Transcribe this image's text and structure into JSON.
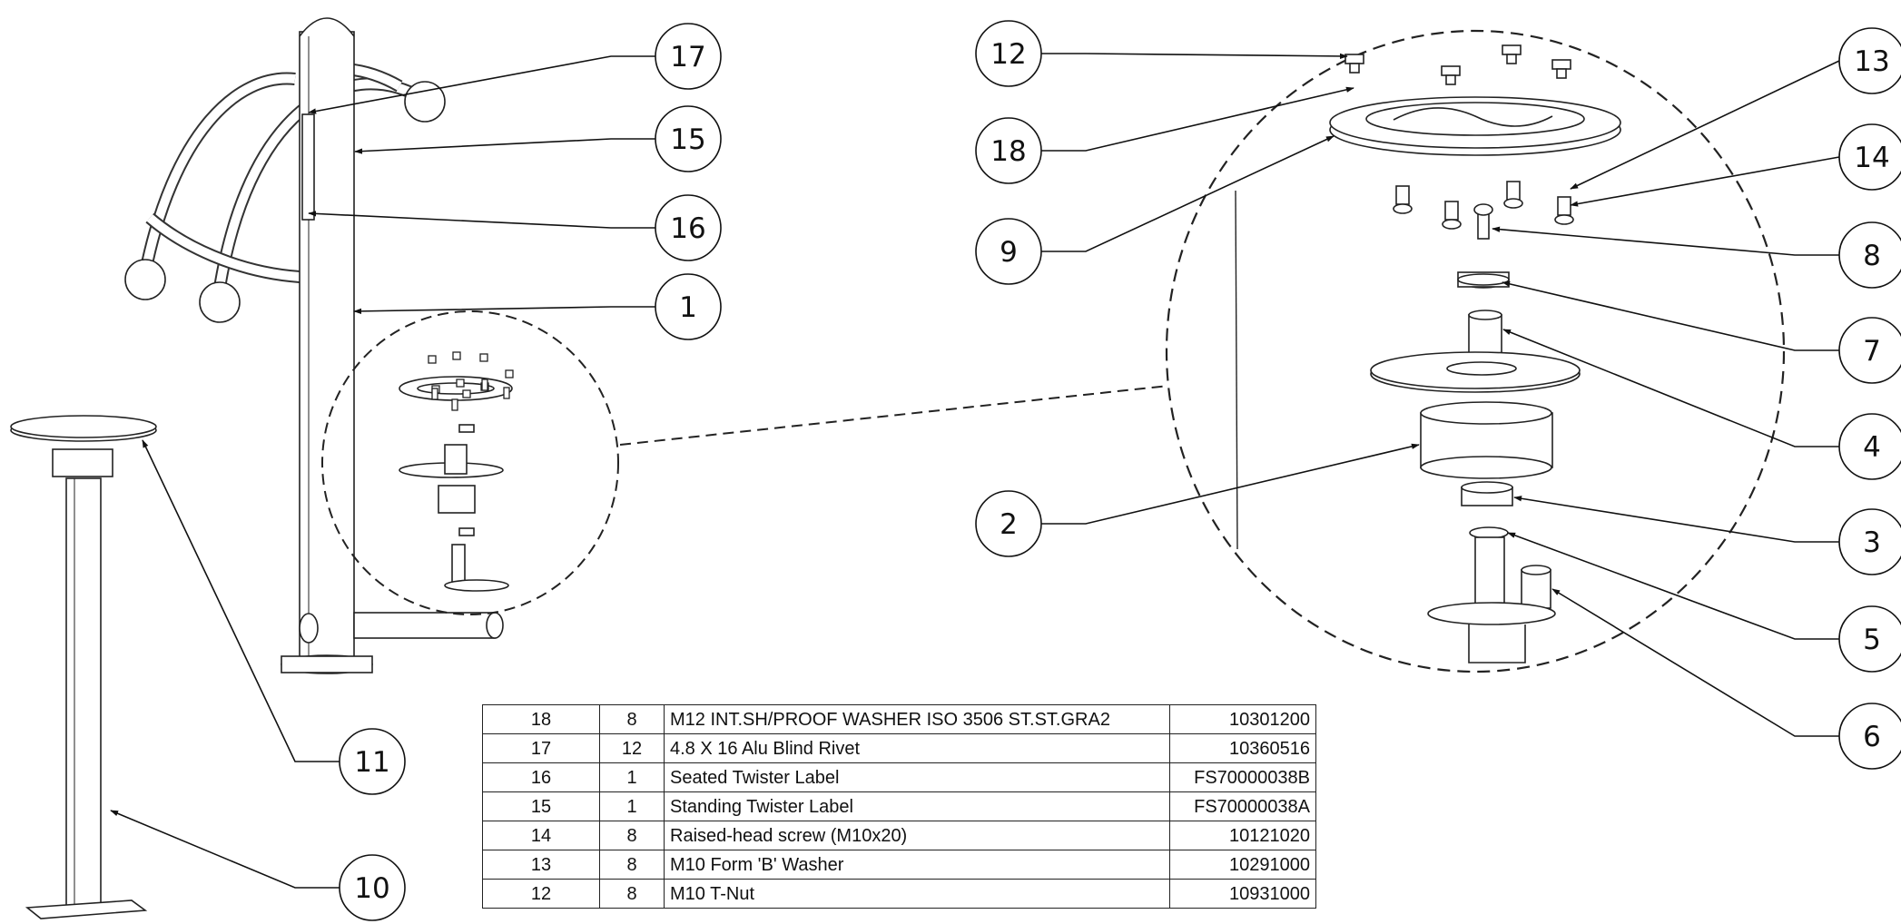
{
  "balloons": [
    {
      "id": "b17",
      "label": "17"
    },
    {
      "id": "b15",
      "label": "15"
    },
    {
      "id": "b16",
      "label": "16"
    },
    {
      "id": "b1",
      "label": "1"
    },
    {
      "id": "b11",
      "label": "11"
    },
    {
      "id": "b10",
      "label": "10"
    },
    {
      "id": "b12",
      "label": "12"
    },
    {
      "id": "b18",
      "label": "18"
    },
    {
      "id": "b9",
      "label": "9"
    },
    {
      "id": "b2",
      "label": "2"
    },
    {
      "id": "b13",
      "label": "13"
    },
    {
      "id": "b14",
      "label": "14"
    },
    {
      "id": "b8",
      "label": "8"
    },
    {
      "id": "b7",
      "label": "7"
    },
    {
      "id": "b4",
      "label": "4"
    },
    {
      "id": "b3",
      "label": "3"
    },
    {
      "id": "b5",
      "label": "5"
    },
    {
      "id": "b6",
      "label": "6"
    }
  ],
  "bom": {
    "rows": [
      {
        "item": "18",
        "qty": "8",
        "description": "M12 INT.SH/PROOF WASHER ISO 3506 ST.ST.GRA2",
        "part_no": "10301200"
      },
      {
        "item": "17",
        "qty": "12",
        "description": "4.8 X 16 Alu Blind Rivet",
        "part_no": "10360516"
      },
      {
        "item": "16",
        "qty": "1",
        "description": "Seated Twister Label",
        "part_no": "FS70000038B"
      },
      {
        "item": "15",
        "qty": "1",
        "description": "Standing Twister Label",
        "part_no": "FS70000038A"
      },
      {
        "item": "14",
        "qty": "8",
        "description": "Raised-head screw (M10x20)",
        "part_no": "10121020"
      },
      {
        "item": "13",
        "qty": "8",
        "description": "M10  Form 'B' Washer",
        "part_no": "10291000"
      },
      {
        "item": "12",
        "qty": "8",
        "description": "M10 T-Nut",
        "part_no": "10931000"
      }
    ]
  }
}
